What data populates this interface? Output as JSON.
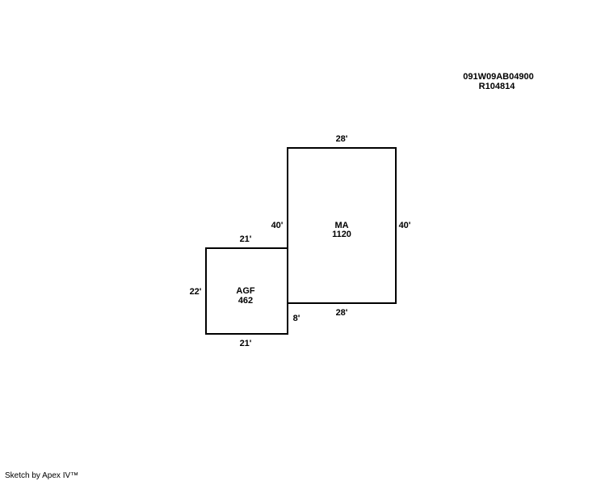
{
  "header": {
    "parcel_id": "091W09AB04900",
    "account": "R104814"
  },
  "areas": [
    {
      "code": "MA",
      "size": "1120",
      "dims": {
        "top": "28'",
        "bottom": "28'",
        "left": "40'",
        "right": "40'"
      }
    },
    {
      "code": "AGF",
      "size": "462",
      "dims": {
        "top": "21'",
        "bottom": "21'",
        "left": "22'",
        "right": "8'"
      }
    }
  ],
  "footer": {
    "credit": "Sketch by Apex IV™"
  }
}
